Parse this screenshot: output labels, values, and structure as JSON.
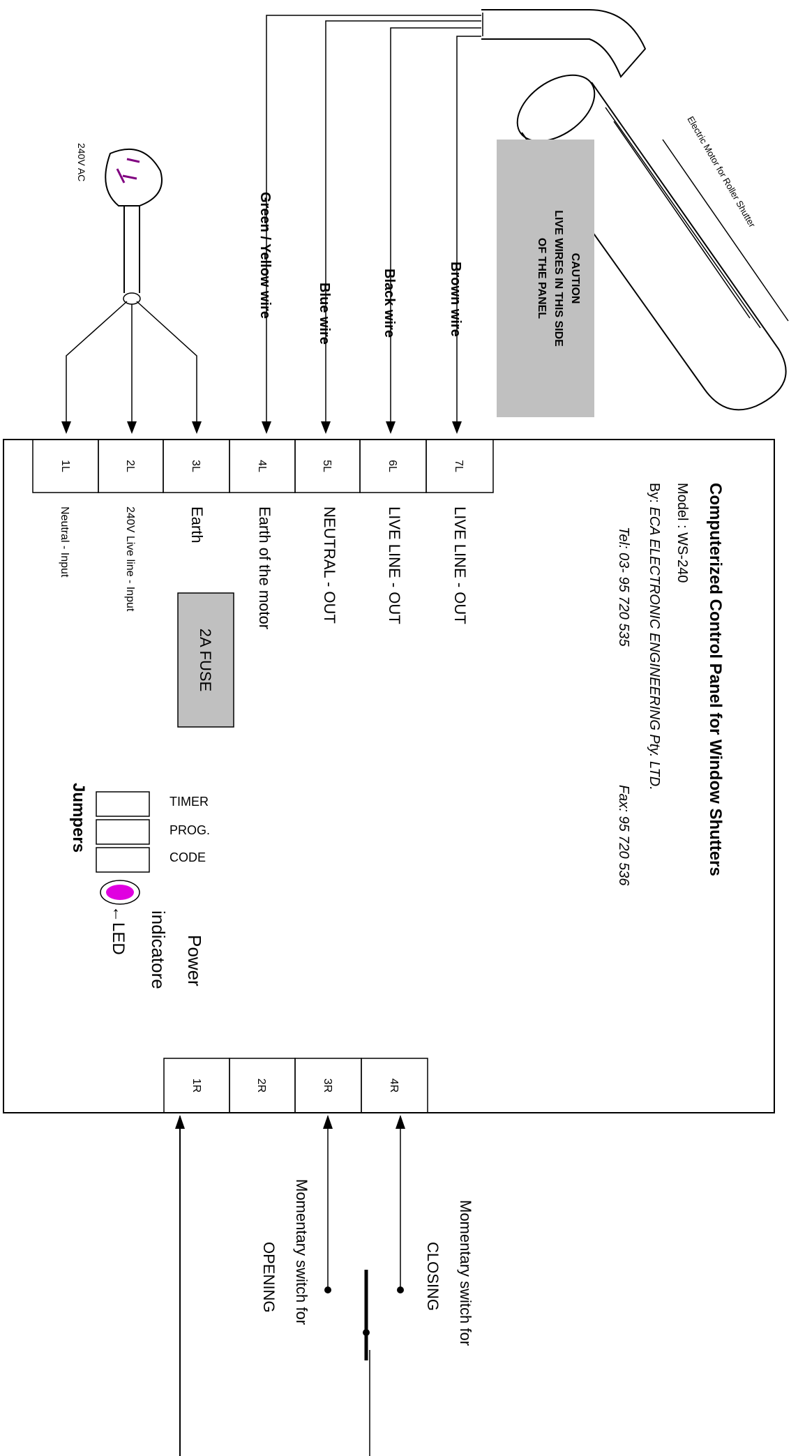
{
  "wire_labels": {
    "green_yellow": "Green / Yellow  wire",
    "blue": "Blue wire",
    "black": "Black wire",
    "brown": "Brown wire"
  },
  "caution": {
    "line1": "CAUTION",
    "line2": "LIVE WIRES IN THIS SIDE",
    "line3": "OF THE PANEL"
  },
  "motor_label": "Electric Motor for Roller Shutter",
  "plug_label": "240V AC",
  "panel": {
    "title": "Computerized Control Panel for Window Shutters",
    "model": "Model : WS-240",
    "by_prefix": "By: ",
    "company": "ECA  ELECTRONIC ENGINEERING Pty. LTD.",
    "tel": "Tel: 03- 95 720 535",
    "fax": "Fax: 95 720 536"
  },
  "left_terminals": [
    {
      "id": "1L",
      "desc": "Neutral  - Input"
    },
    {
      "id": "2L",
      "desc": "240V Live line - Input"
    },
    {
      "id": "3L",
      "desc": "Earth"
    },
    {
      "id": "4L",
      "desc": "Earth of the motor"
    },
    {
      "id": "5L",
      "desc": "NEUTRAL - OUT"
    },
    {
      "id": "6L",
      "desc": "LIVE LINE - OUT"
    },
    {
      "id": "7L",
      "desc": "LIVE LINE - OUT"
    }
  ],
  "right_terminals": [
    "1R",
    "2R",
    "3R",
    "4R"
  ],
  "fuse": "2A   FUSE",
  "jumpers": {
    "title": "Jumpers",
    "items": [
      "TIMER",
      "PROG.",
      "CODE"
    ]
  },
  "led": {
    "pointer": "←LED",
    "line1": "Power",
    "line2": "indicatore"
  },
  "switches": {
    "closing_line1": "Momentary  switch for",
    "closing_line2": "CLOSING",
    "opening_line1": "Momentary  switch for",
    "opening_line2": "OPENING"
  },
  "colors": {
    "caution_box": "#c0c0c0",
    "fuse_box": "#c0c0c0",
    "led": "#e000e0",
    "line": "#000000"
  }
}
